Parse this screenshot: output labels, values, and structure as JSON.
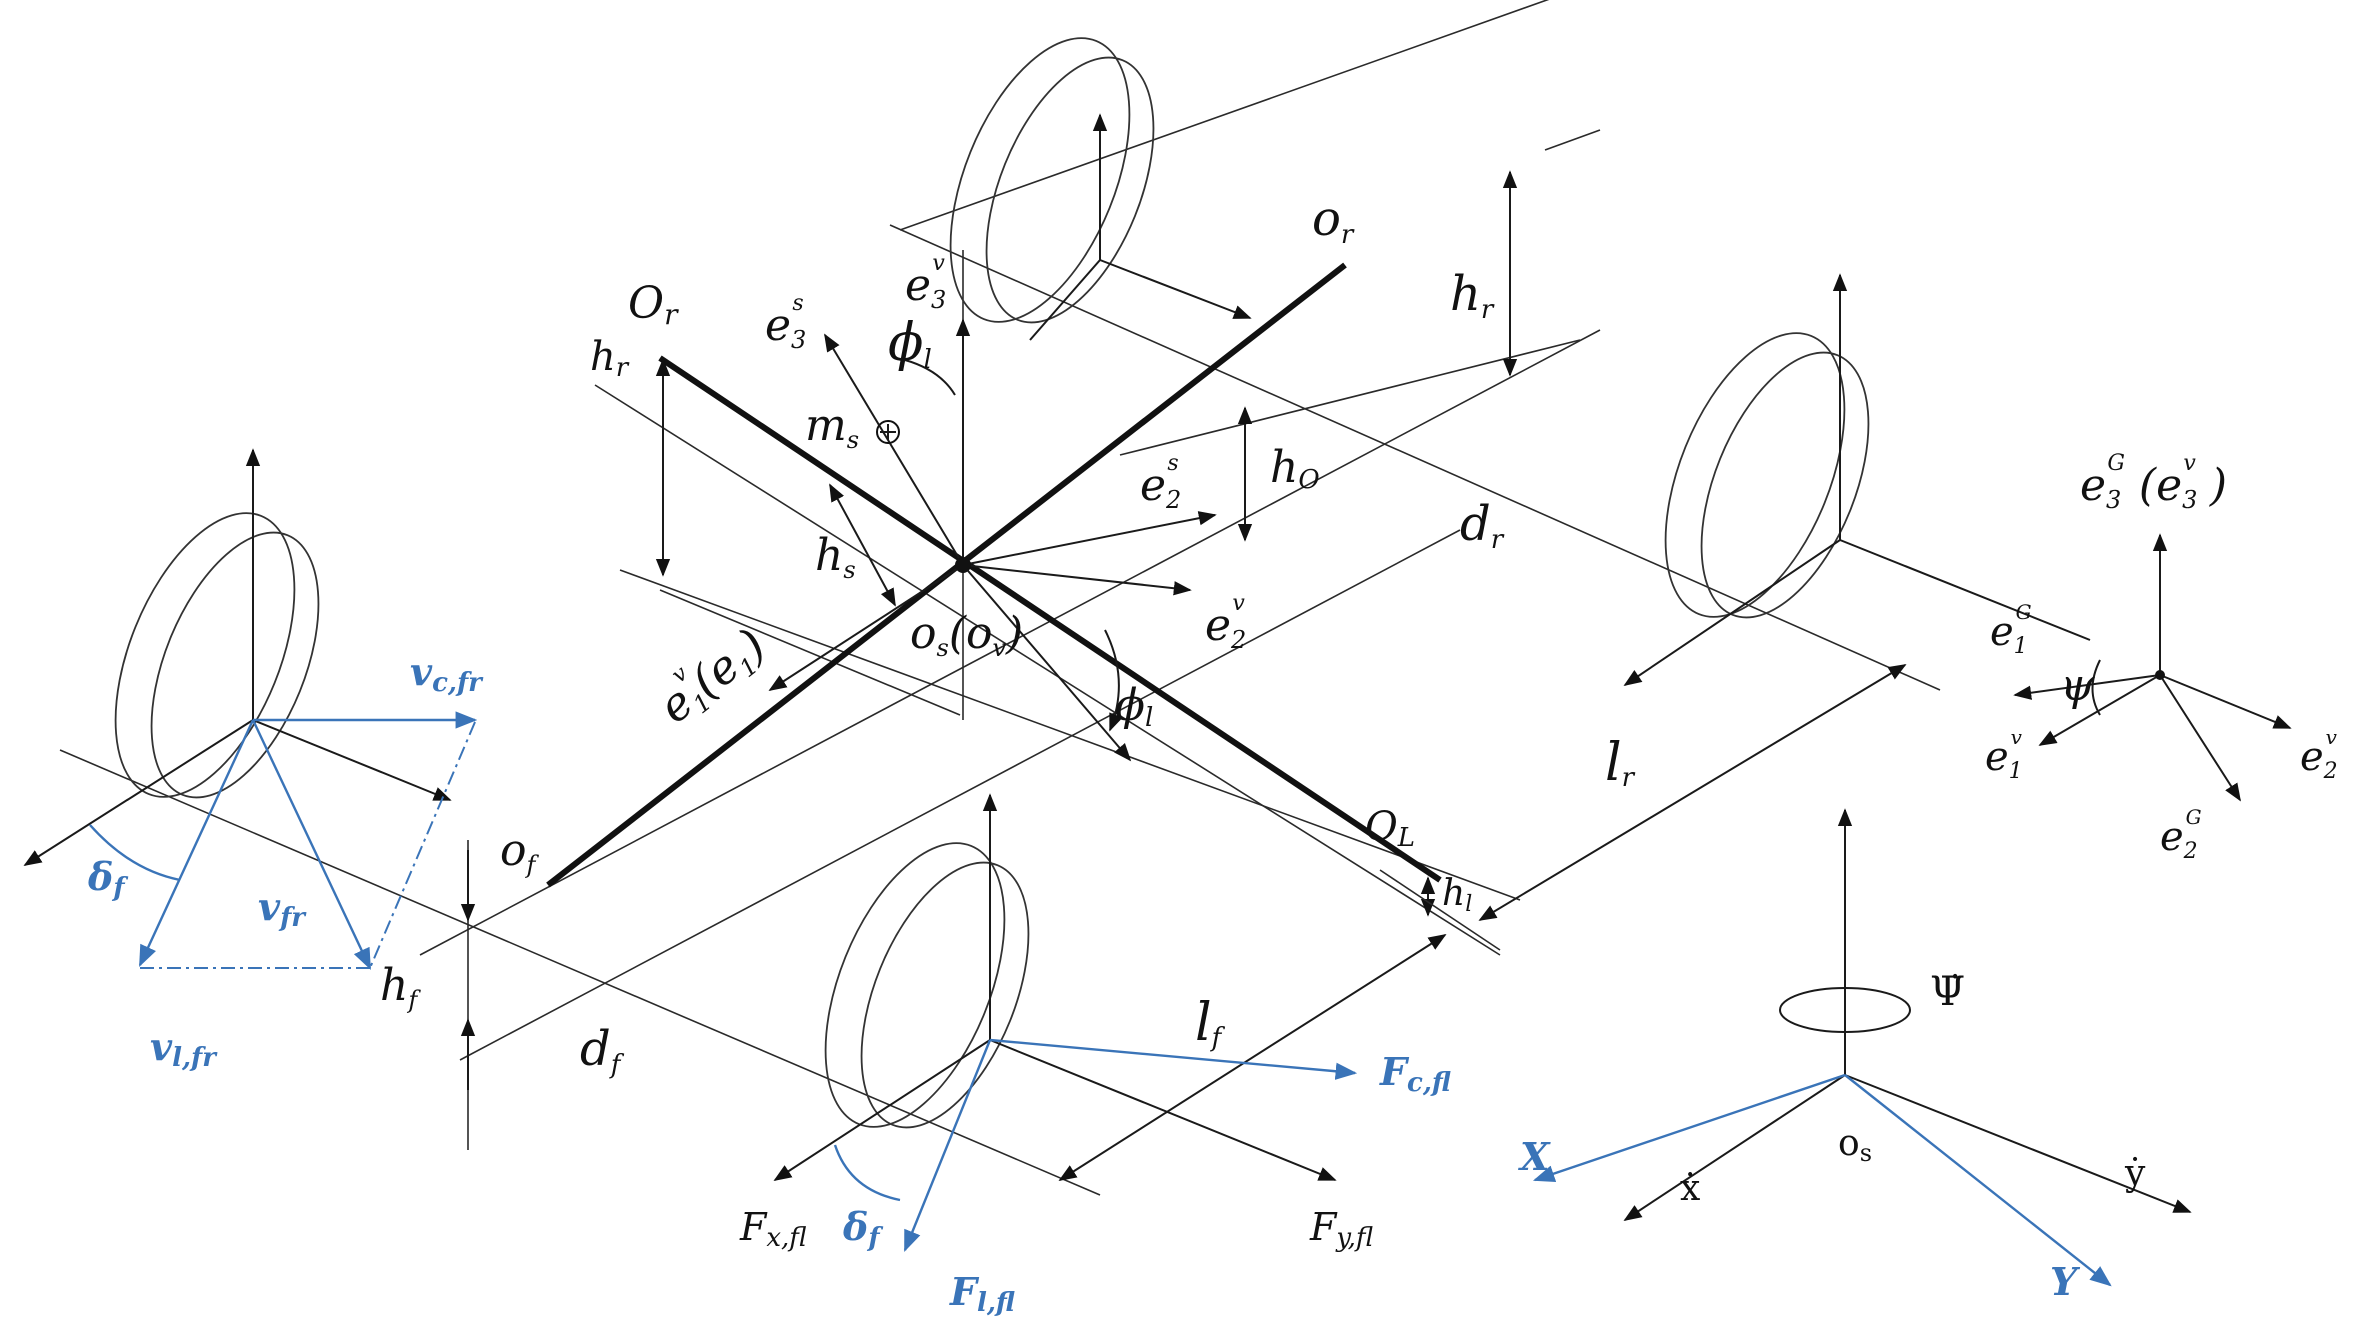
{
  "colors": {
    "ink": "#1a1a1a",
    "blue_vectors": "#3a74b8",
    "background": "#ffffff"
  },
  "labels": {
    "o_r_right": "o",
    "o_r_right_sub": "r",
    "h_r_right": "h",
    "h_r_right_sub": "r",
    "d_r": "d",
    "d_r_sub": "r",
    "O_r": "O",
    "O_r_sub": "r",
    "h_r_left": "h",
    "h_r_left_sub": "r",
    "e3s": "e",
    "e3s_sub": "3",
    "e3s_sup": "s",
    "e3v": "e",
    "e3v_sub": "3",
    "e3v_sup": "v",
    "phi_l_top": "ϕ",
    "phi_l_top_sub": "l",
    "m_s": "m",
    "m_s_sub": "s",
    "h_O": "h",
    "h_O_sub": "O",
    "e2s": "e",
    "e2s_sub": "2",
    "e2s_sup": "s",
    "h_s": "h",
    "h_s_sub": "s",
    "e2v": "e",
    "e2v_sub": "2",
    "e2v_sup": "v",
    "e1v_e1": "e",
    "e1v_e1_tail": "(e",
    "e1v_e1_close": ")",
    "e1v_sub": "1",
    "e1v_sup": "v",
    "o_s_o_v": "o",
    "o_s_sub": "s",
    "o_v_paren": "(o",
    "o_v_sub": "v",
    "o_v_close": ")",
    "phi_l_bottom": "ϕ",
    "phi_l_bottom_sub": "l",
    "O_L": "O",
    "O_L_sub": "L",
    "h_l": "h",
    "h_l_sub": "l",
    "l_r": "l",
    "l_r_sub": "r",
    "l_f": "l",
    "l_f_sub": "f",
    "o_f": "o",
    "o_f_sub": "f",
    "h_f": "h",
    "h_f_sub": "f",
    "d_f": "d",
    "d_f_sub": "f",
    "v_c_fr": "v",
    "v_c_fr_sub": "c,fr",
    "v_fr": "v",
    "v_fr_sub": "fr",
    "v_l_fr": "v",
    "v_l_fr_sub": "l,fr",
    "delta_f_left": "δ",
    "delta_f_left_sub": "f",
    "delta_f_bottom": "δ",
    "delta_f_bottom_sub": "f",
    "F_c_fl": "F",
    "F_c_fl_sub": "c,fl",
    "F_x_fl": "F",
    "F_x_fl_sub": "x,fl",
    "F_y_fl": "F",
    "F_y_fl_sub": "y,fl",
    "F_l_fl": "F",
    "F_l_fl_sub": "l,fl",
    "e3G": "e",
    "e3G_sub": "3",
    "e3G_sup": "G",
    "e3G_paren": "(e",
    "e3G_paren_sub": "3",
    "e3G_paren_sup": "v",
    "e3G_close": ")",
    "e1G": "e",
    "e1G_sub": "1",
    "e1G_sup": "G",
    "psi": "ψ",
    "e1v_small": "e",
    "e1v_small_sub": "1",
    "e1v_small_sup": "v",
    "e2G": "e",
    "e2G_sub": "2",
    "e2G_sup": "G",
    "e2v_right": "e",
    "e2v_right_sub": "2",
    "e2v_right_sup": "v",
    "Psi_dot": "Ψ̇",
    "o_s_global": "o",
    "o_s_global_sub": "s",
    "X": "X",
    "Y": "Y",
    "x_dot": "ẋ",
    "y_dot": "ẏ"
  }
}
